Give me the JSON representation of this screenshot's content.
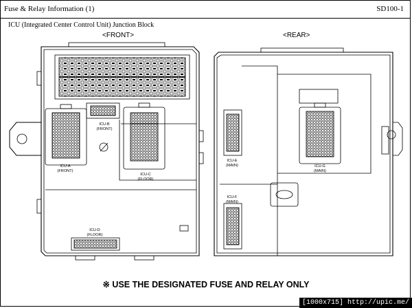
{
  "header": {
    "title": "Fuse & Relay Information (1)",
    "code": "SD100-1"
  },
  "subtitle": "ICU (Integrated Center Control Unit) Junction Block",
  "views": {
    "front": "<FRONT>",
    "rear": "<REAR>"
  },
  "connectors": {
    "icu_a": {
      "name": "ICU-A",
      "loc": "(FRONT)"
    },
    "icu_b": {
      "name": "ICU-B",
      "loc": "(FRONT)"
    },
    "icu_c": {
      "name": "ICU-C",
      "loc": "(FLOOR)"
    },
    "icu_d": {
      "name": "ICU-D",
      "loc": "(FLOOR)"
    },
    "icu_e": {
      "name": "ICU-E",
      "loc": "(MAIN)"
    },
    "icu_f": {
      "name": "ICU-F",
      "loc": "(MAIN)"
    },
    "icu_g": {
      "name": "ICU-G",
      "loc": "(MAIN)"
    }
  },
  "note": "※ USE THE DESIGNATED FUSE AND RELAY ONLY",
  "watermark": "[1000x715] http://upic.me/"
}
